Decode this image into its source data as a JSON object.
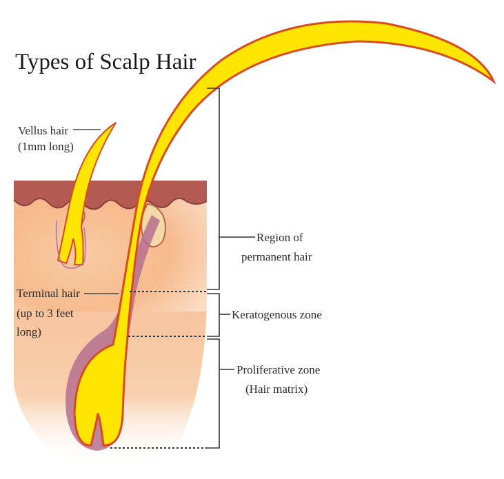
{
  "title": "Types of Scalp Hair",
  "labels": {
    "vellus": [
      "Vellus hair",
      "(1mm long)"
    ],
    "terminal": [
      "Terminal hair",
      "(up to 3 feet",
      "long)"
    ],
    "region": [
      "Region of",
      "permanent hair"
    ],
    "keratogenous": [
      "Keratogenous zone"
    ],
    "proliferative": [
      "Proliferative zone",
      "(Hair matrix)"
    ]
  },
  "colors": {
    "hair_fill": "#ffe500",
    "hair_outline": "#d94a1e",
    "skin": "#f6b98a",
    "skin_surface": "#b35a52",
    "sheath": "#9e6aa8",
    "leader": "#444444"
  }
}
